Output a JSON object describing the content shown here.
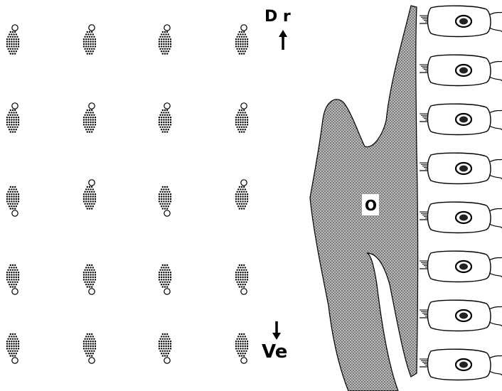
{
  "labels": {
    "dorsal": "D r",
    "ventral": "Ve",
    "organ": "O"
  },
  "bundle_grid": {
    "rows": [
      [
        "up",
        "up",
        "up",
        "up"
      ],
      [
        "up",
        "up",
        "up",
        "up"
      ],
      [
        "down",
        "up",
        "down",
        "up"
      ],
      [
        "down",
        "down",
        "down",
        "down"
      ],
      [
        "down",
        "down",
        "down",
        "down"
      ]
    ]
  },
  "hair_cells": {
    "count": 8
  },
  "colors": {
    "ink": "#000000",
    "organ_fill": "#8f8f8f",
    "background": "#ffffff"
  }
}
